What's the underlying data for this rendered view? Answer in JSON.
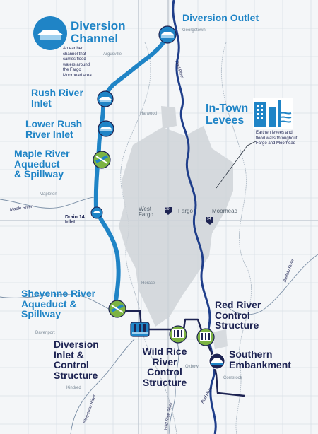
{
  "colors": {
    "channel": "#1f84c6",
    "navy": "#1d2352",
    "river": "#1f3e8a",
    "urban": "#c8ccd1",
    "grid": "#d6dde3",
    "green": "#7cb342"
  },
  "features": {
    "diversion_channel": {
      "title_line1": "Diversion",
      "title_line2": "Channel",
      "note_line1": "An earthen",
      "note_line2": "channel that",
      "note_line3": "carries flood",
      "note_line4": "waters around",
      "note_line5": "the Fargo",
      "note_line6": "Moorhead area."
    },
    "diversion_outlet": {
      "title": "Diversion Outlet"
    },
    "rush_river_inlet": {
      "line1": "Rush River",
      "line2": "Inlet"
    },
    "lower_rush_river_inlet": {
      "line1": "Lower Rush",
      "line2": "River Inlet"
    },
    "maple_river": {
      "line1": "Maple River",
      "line2": "Aqueduct",
      "line3": "& Spillway"
    },
    "drain_14": {
      "line1": "Drain 14",
      "line2": "Inlet"
    },
    "in_town_levees": {
      "line1": "In-Town",
      "line2": "Levees",
      "note_line1": "Earthen levees and",
      "note_line2": "flood walls throughout",
      "note_line3": "Fargo and Moorhead"
    },
    "sheyenne_river": {
      "line1": "Sheyenne River",
      "line2": "Aqueduct &",
      "line3": "Spillway"
    },
    "diversion_inlet": {
      "line1": "Diversion",
      "line2": "Inlet &",
      "line3": "Control",
      "line4": "Structure"
    },
    "wild_rice": {
      "line1": "Wild Rice",
      "line2": "River",
      "line3": "Control",
      "line4": "Structure"
    },
    "red_river_control": {
      "line1": "Red River",
      "line2": "Control",
      "line3": "Structure"
    },
    "southern_embankment": {
      "line1": "Southern",
      "line2": "Embankment"
    }
  },
  "cities": {
    "west_fargo_1": "West",
    "west_fargo_2": "Fargo",
    "fargo": "Fargo",
    "moorhead": "Moorhead"
  },
  "places": {
    "georgetown": "Georgetown",
    "argusville": "Argusville",
    "harwood": "Harwood",
    "mapleton": "Mapleton",
    "horace": "Horace",
    "davenport": "Davenport",
    "kindred": "Kindred",
    "oxbow": "Oxbow",
    "comstock": "Comstock"
  },
  "rivers": {
    "red_river_north": "Red River",
    "red_river_south": "Red River",
    "maple": "Maple River",
    "sheyenne": "Sheyenne River",
    "wild_rice": "Wild Rice River",
    "buffalo": "Buffalo River"
  },
  "highways": {
    "i29": "29",
    "i94": "94"
  }
}
